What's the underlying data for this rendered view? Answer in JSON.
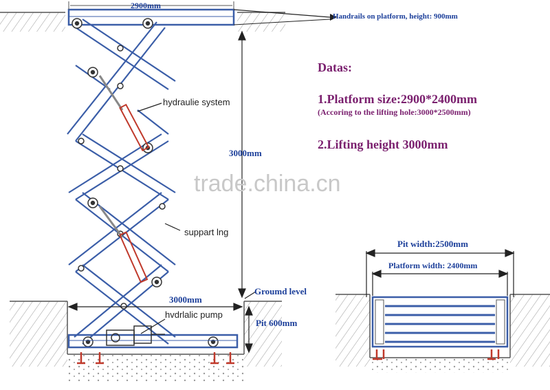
{
  "labels": {
    "top_width": "2900mm",
    "handrails": "Handrails on platform, height: 900mm",
    "hydraulic_system": "hydraulie system",
    "support_leg": "suppart lng",
    "lift_height": "3000mm",
    "base_length": "3000mm",
    "hydraulic_pump": "hvdrlalic pump",
    "ground_level": "Groumd level",
    "pit_depth": "Pit 600mm",
    "pit_width": "Pit width:2500mm",
    "platform_width": "Platform width: 2400mm"
  },
  "datas": {
    "heading": "Datas:",
    "item1": "1.Platform size:2900*2400mm",
    "item1_note": "(Accoring to the lifting hole:3000*2500mm)",
    "item2": "2.Lifting height 3000mm"
  },
  "watermark": "trade.china.cn",
  "colors": {
    "frame_blue": "#3b5ea8",
    "label_blue": "#1c3f9a",
    "purple": "#7a1f6e",
    "cylinder_red": "#c0392b"
  }
}
